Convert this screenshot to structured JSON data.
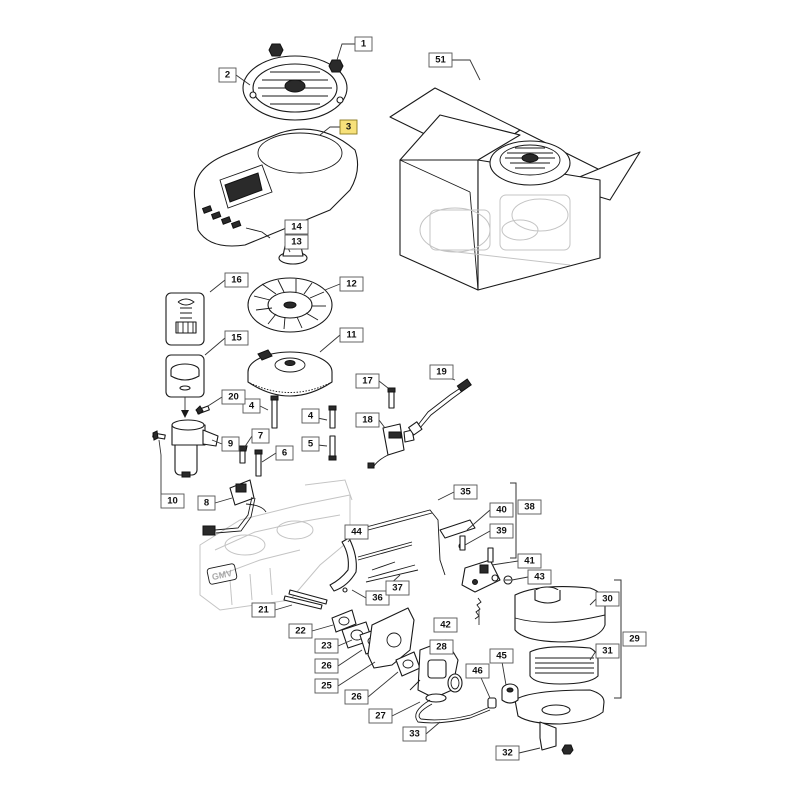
{
  "callouts": [
    {
      "id": "1",
      "label": "1"
    },
    {
      "id": "2",
      "label": "2"
    },
    {
      "id": "3",
      "label": "3",
      "highlighted": true
    },
    {
      "id": "4a",
      "label": "4"
    },
    {
      "id": "4b",
      "label": "4"
    },
    {
      "id": "5",
      "label": "5"
    },
    {
      "id": "6",
      "label": "6"
    },
    {
      "id": "7",
      "label": "7"
    },
    {
      "id": "8",
      "label": "8"
    },
    {
      "id": "9",
      "label": "9"
    },
    {
      "id": "10",
      "label": "10"
    },
    {
      "id": "11",
      "label": "11"
    },
    {
      "id": "12",
      "label": "12"
    },
    {
      "id": "13",
      "label": "13"
    },
    {
      "id": "14",
      "label": "14"
    },
    {
      "id": "15",
      "label": "15"
    },
    {
      "id": "16",
      "label": "16"
    },
    {
      "id": "17",
      "label": "17"
    },
    {
      "id": "18",
      "label": "18"
    },
    {
      "id": "19",
      "label": "19"
    },
    {
      "id": "20",
      "label": "20"
    },
    {
      "id": "21",
      "label": "21"
    },
    {
      "id": "22",
      "label": "22"
    },
    {
      "id": "23",
      "label": "23"
    },
    {
      "id": "25",
      "label": "25"
    },
    {
      "id": "26a",
      "label": "26"
    },
    {
      "id": "26b",
      "label": "26"
    },
    {
      "id": "27",
      "label": "27"
    },
    {
      "id": "28",
      "label": "28"
    },
    {
      "id": "29",
      "label": "29"
    },
    {
      "id": "30",
      "label": "30"
    },
    {
      "id": "31",
      "label": "31"
    },
    {
      "id": "32",
      "label": "32"
    },
    {
      "id": "33",
      "label": "33"
    },
    {
      "id": "35",
      "label": "35"
    },
    {
      "id": "36",
      "label": "36"
    },
    {
      "id": "37",
      "label": "37"
    },
    {
      "id": "38",
      "label": "38"
    },
    {
      "id": "39",
      "label": "39"
    },
    {
      "id": "40",
      "label": "40"
    },
    {
      "id": "41",
      "label": "41"
    },
    {
      "id": "42",
      "label": "42"
    },
    {
      "id": "43",
      "label": "43"
    },
    {
      "id": "44",
      "label": "44"
    },
    {
      "id": "45",
      "label": "45"
    },
    {
      "id": "46",
      "label": "46"
    },
    {
      "id": "51",
      "label": "51"
    }
  ],
  "engine_logo": "GMV",
  "colors": {
    "highlight": "#f7e17a",
    "line": "#1a1a1a",
    "ghost": "#c4c4c4"
  }
}
